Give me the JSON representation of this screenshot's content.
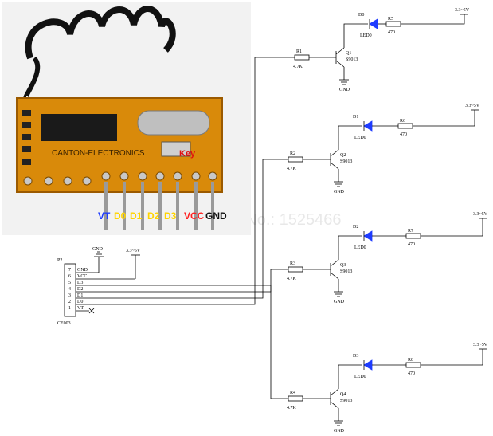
{
  "watermark": "Store No.: 1525466",
  "photo": {
    "silk_brand": "CANTON-ELECTRONICS",
    "key_label": "Key",
    "pin_labels": [
      {
        "text": "VT",
        "color": "#1e3cff"
      },
      {
        "text": "D0",
        "color": "#ffd400"
      },
      {
        "text": "D1",
        "color": "#ffd400"
      },
      {
        "text": "D2",
        "color": "#ffd400"
      },
      {
        "text": "D3",
        "color": "#ffd400"
      },
      {
        "text": "VCC",
        "color": "#ff2020"
      },
      {
        "text": "GND",
        "color": "#111111"
      }
    ]
  },
  "connector": {
    "ref": "P2",
    "name": "CE003",
    "pins": [
      {
        "num": "7",
        "net": "GND"
      },
      {
        "num": "6",
        "net": "VCC"
      },
      {
        "num": "5",
        "net": "D3"
      },
      {
        "num": "4",
        "net": "D2"
      },
      {
        "num": "3",
        "net": "D1"
      },
      {
        "num": "2",
        "net": "D0"
      },
      {
        "num": "1",
        "net": "VT"
      }
    ],
    "gnd_label": "GND",
    "vcc_label": "3.3~5V"
  },
  "channels": [
    {
      "r_base": "R1",
      "r_base_val": "4.7K",
      "q": "Q1",
      "q_type": "S9013",
      "led": "D0",
      "led_label": "LED0",
      "r_led": "R5",
      "r_led_val": "470",
      "vcc": "3.3~5V",
      "gnd": "GND"
    },
    {
      "r_base": "R2",
      "r_base_val": "4.7K",
      "q": "Q2",
      "q_type": "S9013",
      "led": "D1",
      "led_label": "LED0",
      "r_led": "R6",
      "r_led_val": "470",
      "vcc": "3.3~5V",
      "gnd": "GND"
    },
    {
      "r_base": "R3",
      "r_base_val": "4.7K",
      "q": "Q3",
      "q_type": "S9013",
      "led": "D2",
      "led_label": "LED0",
      "r_led": "R7",
      "r_led_val": "470",
      "vcc": "3.3~5V",
      "gnd": "GND"
    },
    {
      "r_base": "R4",
      "r_base_val": "4.7K",
      "q": "Q4",
      "q_type": "S9013",
      "led": "D3",
      "led_label": "LED0",
      "r_led": "R8",
      "r_led_val": "470",
      "vcc": "3.3~5V",
      "gnd": "GND"
    }
  ]
}
